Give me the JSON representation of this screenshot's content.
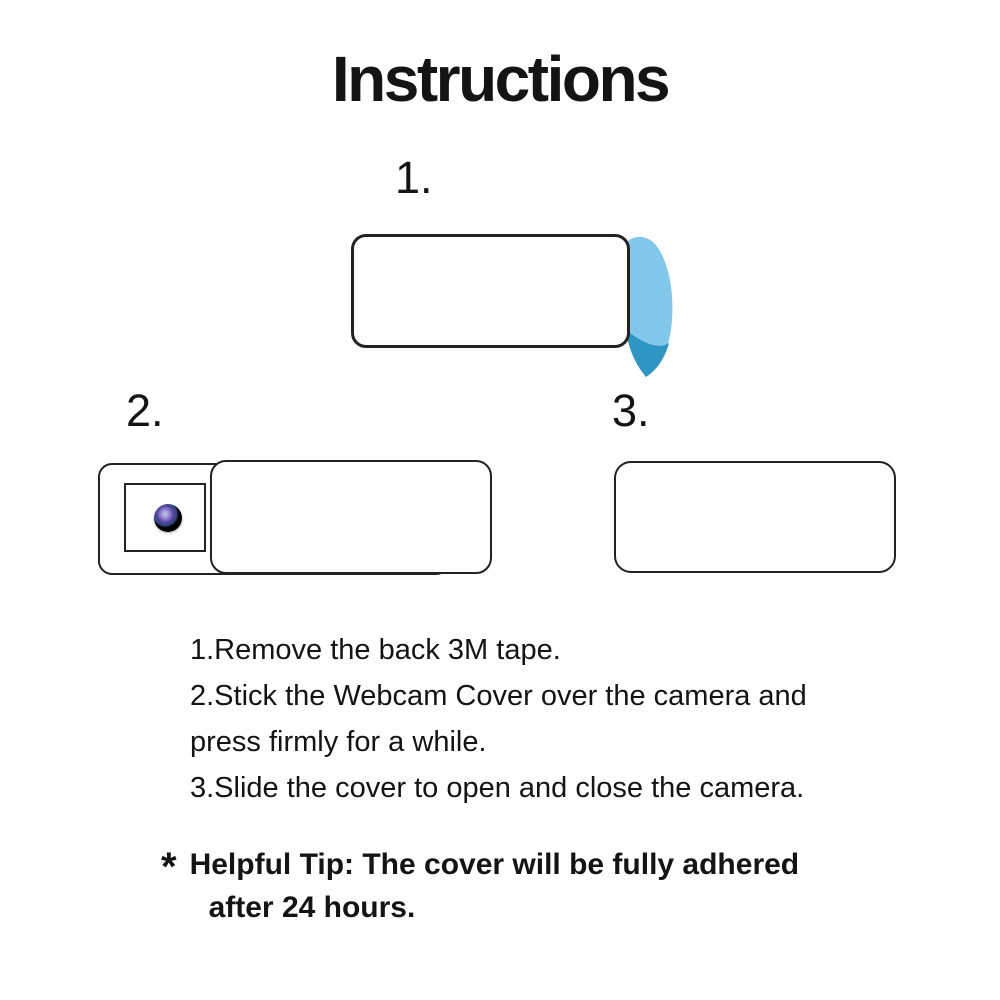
{
  "title": "Instructions",
  "steps": [
    {
      "label": "1."
    },
    {
      "label": "2."
    },
    {
      "label": "3."
    }
  ],
  "instructions": {
    "lines": [
      "1.Remove the back 3M tape.",
      "2.Stick the Webcam Cover over the camera and",
      "press firmly for a while.",
      "3.Slide the cover to open and close the camera."
    ]
  },
  "tip": {
    "bullet": "*",
    "line1": "Helpful Tip: The cover will be fully adhered",
    "line2": "after 24 hours."
  },
  "icons": {
    "tape_peel": "tape-peel-icon",
    "camera_lens": "camera-lens-icon"
  },
  "colors": {
    "background": "#ffffff",
    "ink": "#141414",
    "outline": "#222222",
    "tape_light": "#82c8eb",
    "tape_dark": "#2f96c4",
    "lens_purple": "#6b58b4",
    "lens_blue": "#35508e"
  }
}
